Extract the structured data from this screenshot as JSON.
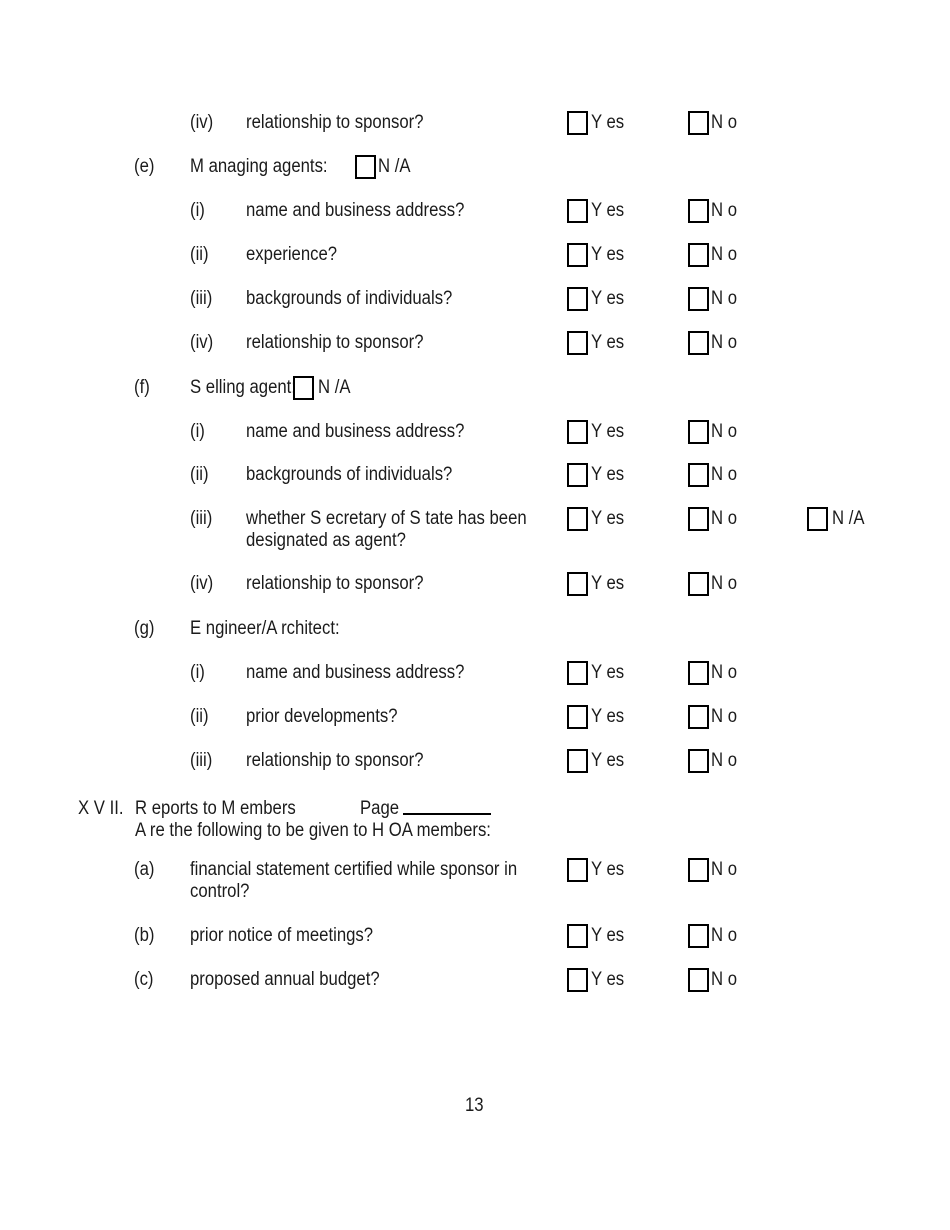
{
  "document": {
    "page_number": "13",
    "options": {
      "yes": "Y es",
      "no": "N o",
      "na": "N /A"
    },
    "section": {
      "number": "X V II.",
      "title": "R eports to M embers",
      "page_label": "Page",
      "subtitle": "A re the following to be given to H OA members:"
    },
    "rows": [
      {
        "num": "(iv)",
        "text": "relationship to sponsor?"
      },
      {
        "num": "(e)",
        "text": "M anaging agents:"
      },
      {
        "num": "(i)",
        "text": "name and business address?"
      },
      {
        "num": "(ii)",
        "text": "experience?"
      },
      {
        "num": "(iii)",
        "text": "backgrounds of individuals?"
      },
      {
        "num": "(iv)",
        "text": "relationship to sponsor?"
      },
      {
        "num": "(f)",
        "text": "S elling agent:"
      },
      {
        "num": "(i)",
        "text": "name and business address?"
      },
      {
        "num": "(ii)",
        "text": "backgrounds of individuals?"
      },
      {
        "num": "(iii)",
        "text": "whether S ecretary of S tate has been",
        "text2": "designated as agent?"
      },
      {
        "num": "(iv)",
        "text": "relationship to sponsor?"
      },
      {
        "num": "(g)",
        "text": "E ngineer/A rchitect:"
      },
      {
        "num": "(i)",
        "text": "name and business address?"
      },
      {
        "num": "(ii)",
        "text": "prior developments?"
      },
      {
        "num": "(iii)",
        "text": "relationship to sponsor?"
      },
      {
        "num": "(a)",
        "text": "financial statement certified while sponsor in",
        "text2": "control?"
      },
      {
        "num": "(b)",
        "text": "prior notice of meetings?"
      },
      {
        "num": "(c)",
        "text": "proposed annual budget?"
      }
    ]
  }
}
